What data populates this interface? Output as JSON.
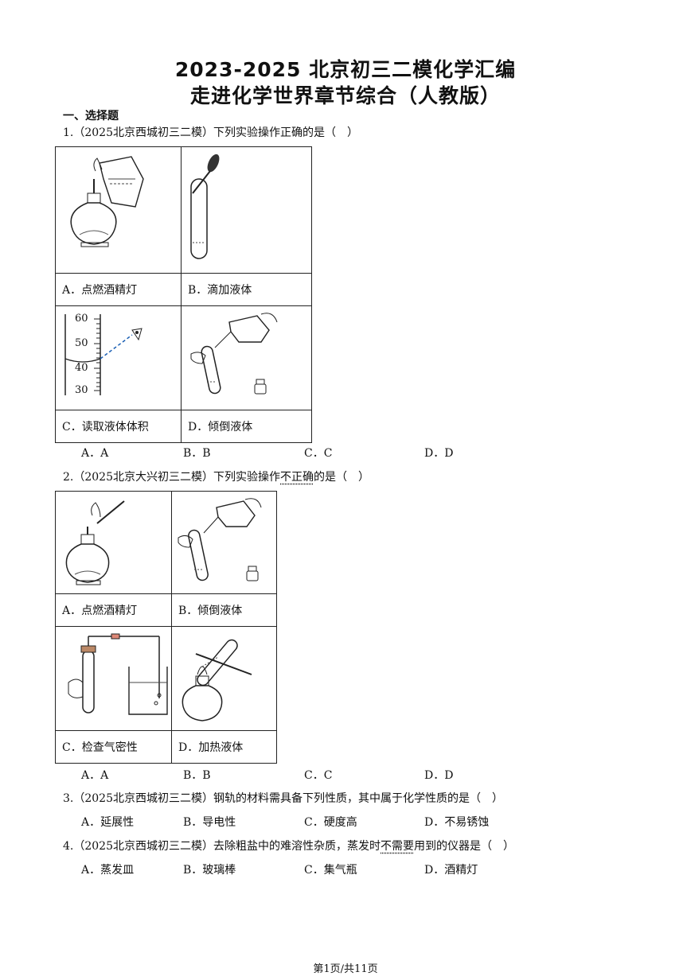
{
  "header": {
    "title_line1": "2023-2025 北京初三二模化学汇编",
    "title_line2": "走进化学世界章节综合（人教版）"
  },
  "section": "一、选择题",
  "questions": [
    {
      "stem": "1.（2025北京西城初三二模）下列实验操作正确的是（　）",
      "cells": [
        "A．点燃酒精灯",
        "B．滴加液体",
        "C．读取液体体积",
        "D．倾倒液体"
      ],
      "scale_ticks": [
        "60",
        "50",
        "40",
        "30"
      ],
      "options": [
        "A．A",
        "B．B",
        "C．C",
        "D．D"
      ]
    },
    {
      "stem_pre": "2.（2025北京大兴初三二模）下列实验操作",
      "stem_emph": "不正确",
      "stem_post": "的是（　）",
      "cells": [
        "A．点燃酒精灯",
        "B．倾倒液体",
        "C．检查气密性",
        "D．加热液体"
      ],
      "options": [
        "A．A",
        "B．B",
        "C．C",
        "D．D"
      ]
    },
    {
      "stem": "3.（2025北京西城初三二模）钢轨的材料需具备下列性质，其中属于化学性质的是（　）",
      "options": [
        "A．延展性",
        "B．导电性",
        "C．硬度高",
        "D．不易锈蚀"
      ]
    },
    {
      "stem_pre": "4.（2025北京西城初三二模）去除粗盐中的难溶性杂质，蒸发时",
      "stem_emph": "不需要",
      "stem_post": "用到的仪器是（　）",
      "options": [
        "A．蒸发皿",
        "B．玻璃棒",
        "C．集气瓶",
        "D．酒精灯"
      ]
    }
  ],
  "footer": "第1页/共11页"
}
